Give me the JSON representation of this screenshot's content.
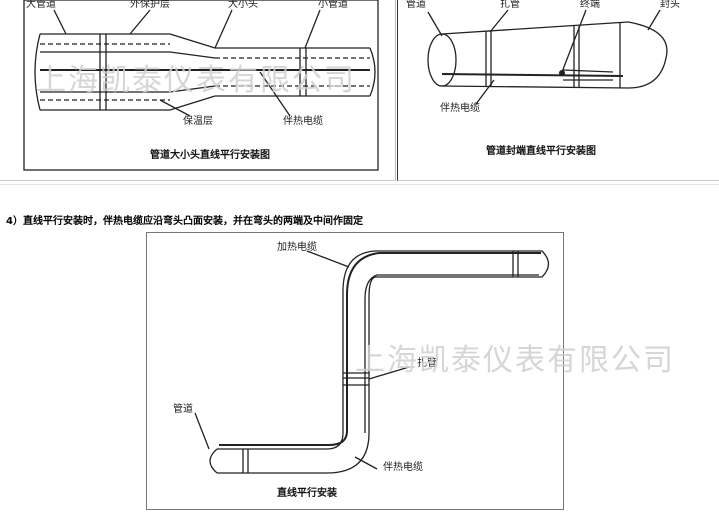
{
  "panel_a": {
    "labels": {
      "large_pipe": "大管道",
      "insulation_outer": "外保护层",
      "large_head": "大小头",
      "small_pipe": "小管道",
      "insulation": "保温层",
      "tracing_cable": "伴热电缆"
    },
    "caption": "管道大小头直线平行安装图",
    "watermark": "上海凯泰仪表有限公司"
  },
  "panel_b": {
    "labels": {
      "pipe": "管道",
      "clamp": "扎管",
      "terminal": "终端",
      "end_cap": "封头",
      "tracing_cable": "伴热电缆"
    },
    "caption": "管道封端直线平行安装图"
  },
  "instruction": "4）直线平行安装时，伴热电缆应沿弯头凸面安装，并在弯头的两端及中间作固定",
  "panel_c": {
    "labels": {
      "heating_cable": "加热电缆",
      "clamp": "扎管",
      "pipe": "管道",
      "tracing_cable": "伴热电缆"
    },
    "caption": "直线平行安装",
    "watermark": "上海凯泰仪表有限公司"
  },
  "colors": {
    "line": "#222222",
    "watermark": "#cfcfcf"
  }
}
